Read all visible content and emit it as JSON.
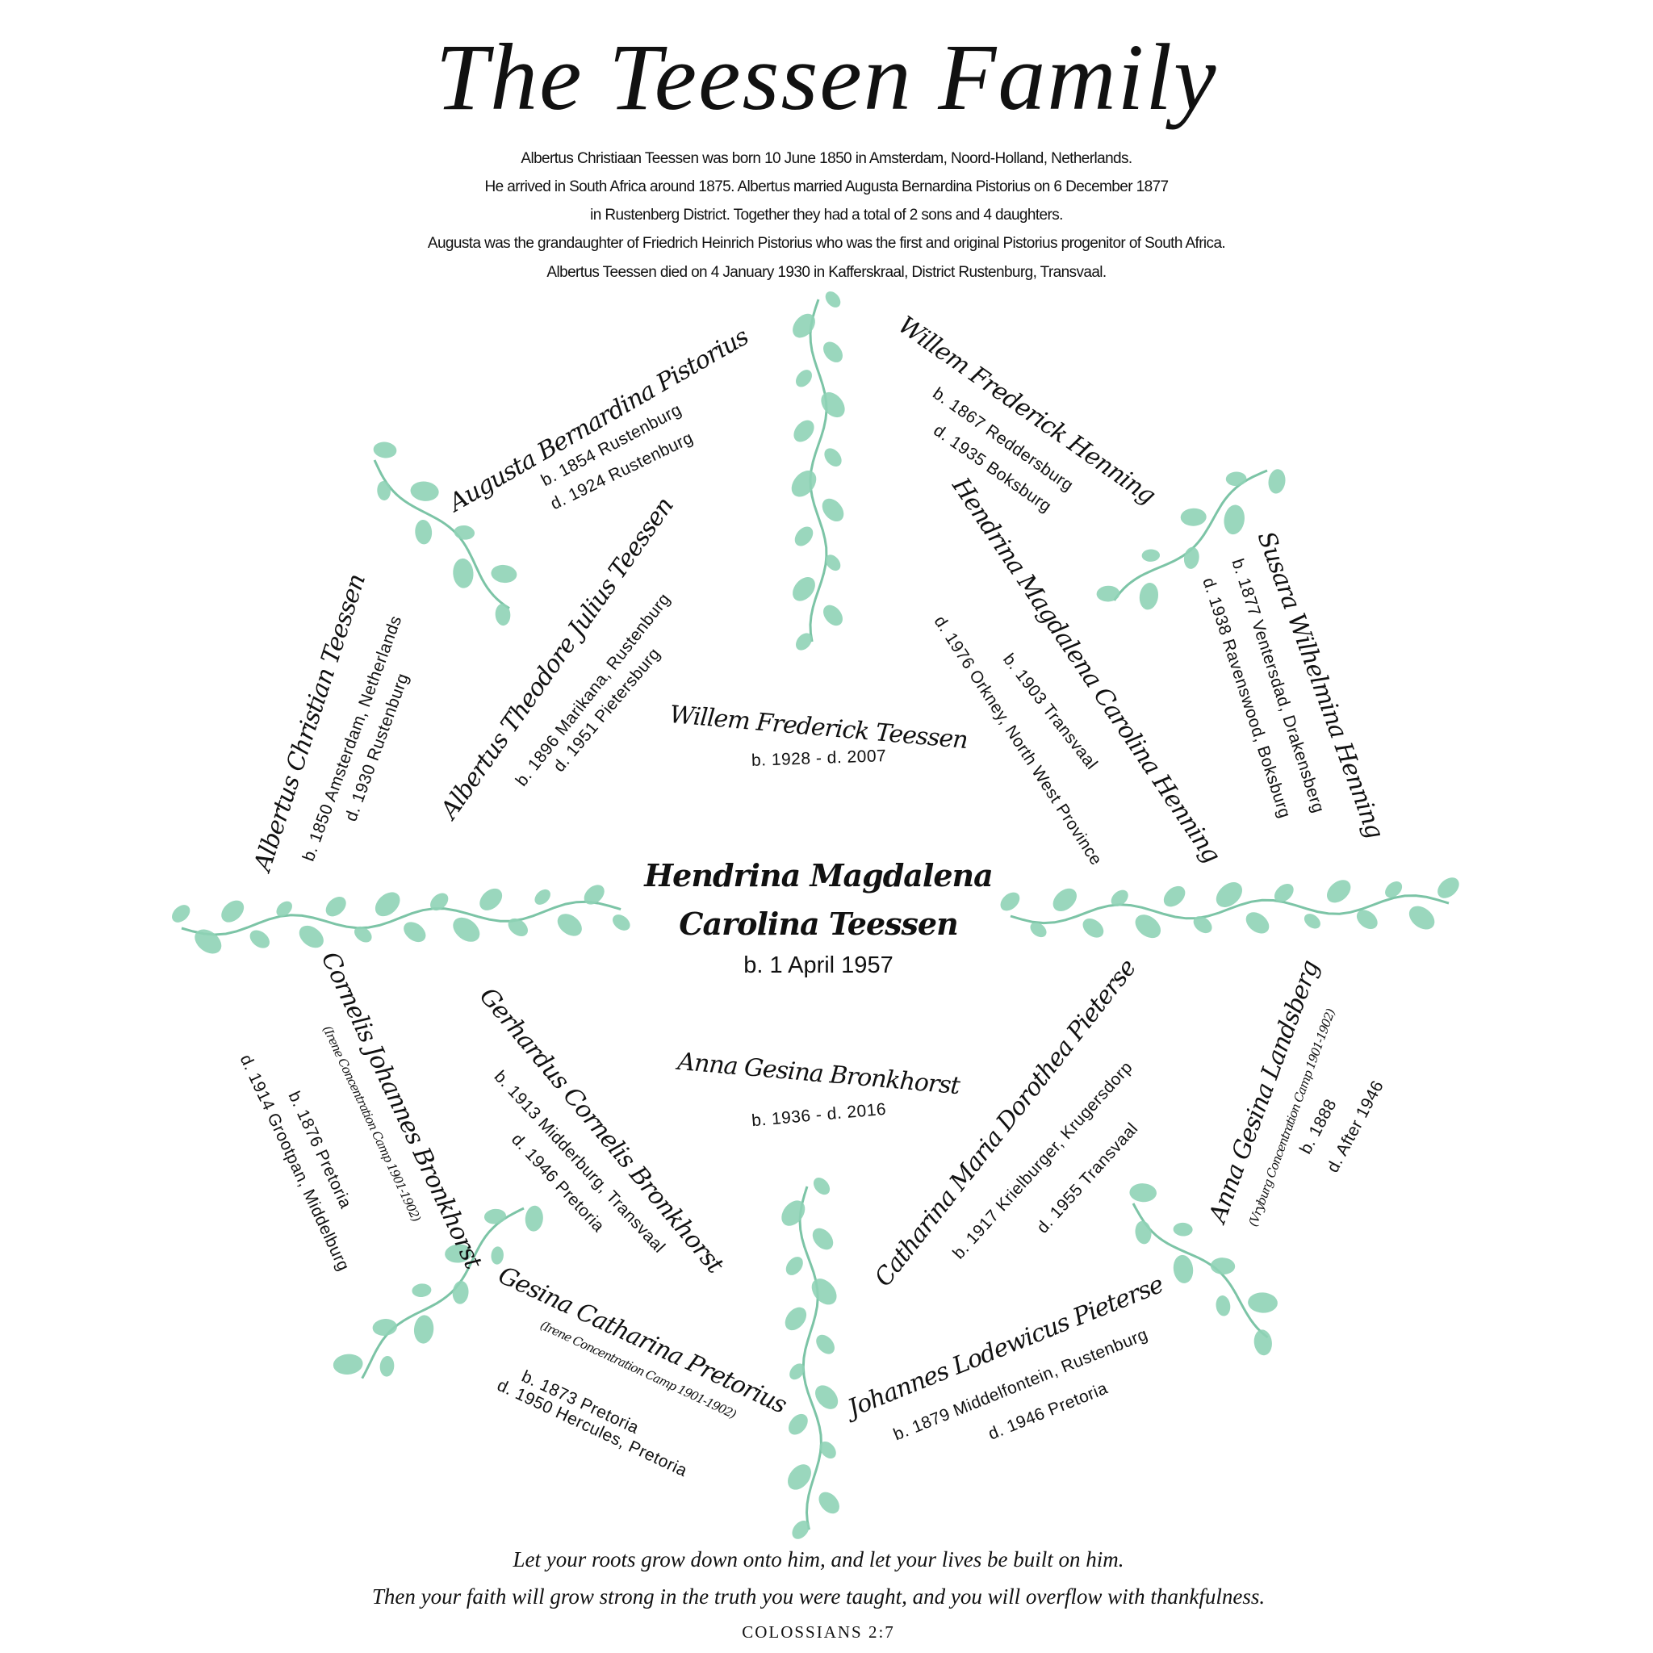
{
  "title": "The Teessen Family",
  "intro": [
    "Albertus Christiaan Teessen was born 10 June 1850 in Amsterdam, Noord-Holland, Netherlands.",
    "He arrived in South Africa around 1875. Albertus married Augusta Bernardina Pistorius on 6 December 1877",
    "in Rustenberg District. Together they had a total of 2 sons and 4 daughters.",
    "Augusta was the grandaughter of Friedrich Heinrich Pistorius who was the first and original Pistorius progenitor of South Africa.",
    "Albertus Teessen died on 4 January 1930 in Kafferskraal, District Rustenburg, Transvaal."
  ],
  "center": {
    "line1": "Hendrina Magdalena",
    "line2": "Carolina Teessen",
    "born": "b.  1 April  1957"
  },
  "people": {
    "father": {
      "name": "Willem Frederick Teessen",
      "dates": "b. 1928 - d. 2007"
    },
    "mother": {
      "name": "Anna Gesina Bronkhorst",
      "dates": "b. 1936 - d. 2016"
    },
    "pgf": {
      "name": "Albertus Theodore Julius Teessen",
      "b": "b. 1896 Marikana, Rustenburg",
      "d": "d. 1951 Pietersburg"
    },
    "pgm": {
      "name": "Hendrina Magdalena Carolina Henning",
      "b": "b. 1903 Transvaal",
      "d": "d. 1976 Orkney, North West Province"
    },
    "mgf": {
      "name": "Gerhardus Cornelis Bronkhorst",
      "b": "b. 1913 Midderburg, Transvaal",
      "d": "d. 1946 Pretoria"
    },
    "mgm": {
      "name": "Catharina Maria Dorothea Pieterse",
      "b": "b. 1917 Krielburger, Krugersdorp",
      "d": "d. 1955 Transvaal"
    },
    "ggf1": {
      "name": "Albertus Christian Teessen",
      "b": "b. 1850 Amsterdam, Netherlands",
      "d": "d. 1930 Rustenburg"
    },
    "ggm1": {
      "name": "Augusta Bernardina Pistorius",
      "b": "b. 1854 Rustenburg",
      "d": "d. 1924 Rustenburg"
    },
    "ggf2": {
      "name": "Willem Frederick Henning",
      "b": "b. 1867 Reddersburg",
      "d": "d. 1935 Boksburg"
    },
    "ggm2": {
      "name": "Susara Wilhelmina Henning",
      "b": "b. 1877 Ventersdad, Drakensberg",
      "d": "d. 1938 Ravenswood, Boksburg"
    },
    "ggf3": {
      "name": "Cornelis Johannes Bronkhorst",
      "note": "(Irene Concentration Camp 1901-1902)",
      "b": "b. 1876 Pretoria",
      "d": "d. 1914 Grootpan, Middelburg"
    },
    "ggm3": {
      "name": "Gesina Catharina Pretorius",
      "note": "(Irene Concentration Camp 1901-1902)",
      "b": "b. 1873 Pretoria",
      "d": "d. 1950 Hercules, Pretoria"
    },
    "ggf4": {
      "name": "Johannes Lodewicus Pieterse",
      "b": "b. 1879 Middelfontein, Rustenburg",
      "d": "d. 1946 Pretoria"
    },
    "ggm4": {
      "name": "Anna Gesina Landsberg",
      "note": "(Vryburg Concentration Camp 1901-1902)",
      "b": "b. 1888",
      "d": "d. After 1946"
    }
  },
  "quote": {
    "line1": "Let your roots grow down onto him, and let your lives be built on him.",
    "line2": "Then your faith will grow strong in the truth you were taught, and you will overflow with thankfulness.",
    "ref": "COLOSSIANS 2:7"
  },
  "colors": {
    "leaf": "#8fd3b6",
    "stem": "#7cc4a6",
    "text": "#111111"
  }
}
